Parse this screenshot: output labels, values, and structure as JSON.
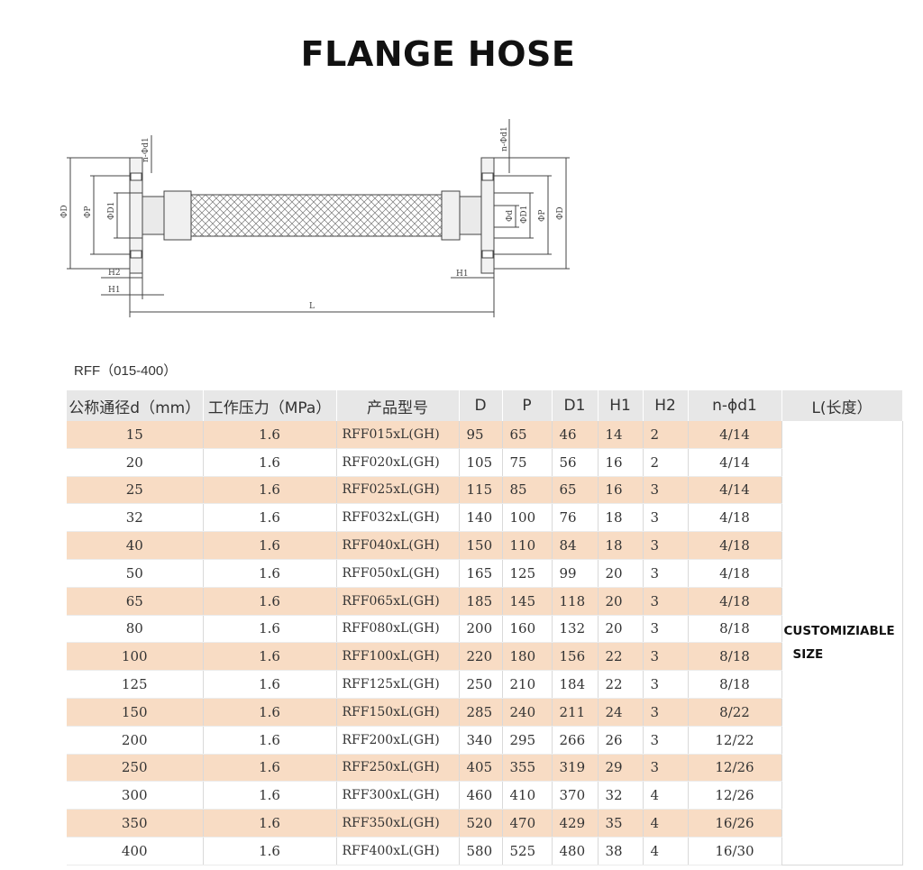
{
  "title": "FLANGE HOSE",
  "subtitle": "RFF（015-400）",
  "drawing_labels": {
    "left_D": "ΦD",
    "left_P": "ΦP",
    "left_D1": "ΦD1",
    "left_nd1": "n-Φd1",
    "right_nd1": "n-Φd1",
    "right_d": "Φd",
    "right_D1": "ΦD1",
    "right_P": "ΦP",
    "right_D": "ΦD",
    "H1_left": "H1",
    "H2_left": "H2",
    "H1_right": "H1",
    "L": "L"
  },
  "table": {
    "headers": [
      "公称通径d（mm）",
      "工作压力（MPa）",
      "产品型号",
      "D",
      "P",
      "D1",
      "H1",
      "H2",
      "n-ϕd1",
      "L(长度）"
    ],
    "length_note_line1": "CUSTOMIZIABLE",
    "length_note_line2": "SIZE",
    "rows": [
      [
        "15",
        "1.6",
        "RFF015xL(GH)",
        "95",
        "65",
        "46",
        "14",
        "2",
        "4/14"
      ],
      [
        "20",
        "1.6",
        "RFF020xL(GH)",
        "105",
        "75",
        "56",
        "16",
        "2",
        "4/14"
      ],
      [
        "25",
        "1.6",
        "RFF025xL(GH)",
        "115",
        "85",
        "65",
        "16",
        "3",
        "4/14"
      ],
      [
        "32",
        "1.6",
        "RFF032xL(GH)",
        "140",
        "100",
        "76",
        "18",
        "3",
        "4/18"
      ],
      [
        "40",
        "1.6",
        "RFF040xL(GH)",
        "150",
        "110",
        "84",
        "18",
        "3",
        "4/18"
      ],
      [
        "50",
        "1.6",
        "RFF050xL(GH)",
        "165",
        "125",
        "99",
        "20",
        "3",
        "4/18"
      ],
      [
        "65",
        "1.6",
        "RFF065xL(GH)",
        "185",
        "145",
        "118",
        "20",
        "3",
        "4/18"
      ],
      [
        "80",
        "1.6",
        "RFF080xL(GH)",
        "200",
        "160",
        "132",
        "20",
        "3",
        "8/18"
      ],
      [
        "100",
        "1.6",
        "RFF100xL(GH)",
        "220",
        "180",
        "156",
        "22",
        "3",
        "8/18"
      ],
      [
        "125",
        "1.6",
        "RFF125xL(GH)",
        "250",
        "210",
        "184",
        "22",
        "3",
        "8/18"
      ],
      [
        "150",
        "1.6",
        "RFF150xL(GH)",
        "285",
        "240",
        "211",
        "24",
        "3",
        "8/22"
      ],
      [
        "200",
        "1.6",
        "RFF200xL(GH)",
        "340",
        "295",
        "266",
        "26",
        "3",
        "12/22"
      ],
      [
        "250",
        "1.6",
        "RFF250xL(GH)",
        "405",
        "355",
        "319",
        "29",
        "3",
        "12/26"
      ],
      [
        "300",
        "1.6",
        "RFF300xL(GH)",
        "460",
        "410",
        "370",
        "32",
        "4",
        "12/26"
      ],
      [
        "350",
        "1.6",
        "RFF350xL(GH)",
        "520",
        "470",
        "429",
        "35",
        "4",
        "16/26"
      ],
      [
        "400",
        "1.6",
        "RFF400xL(GH)",
        "580",
        "525",
        "480",
        "38",
        "4",
        "16/30"
      ]
    ]
  },
  "colors": {
    "row_shade": "#f8dcc4",
    "header_bg": "#e7e7e7"
  }
}
